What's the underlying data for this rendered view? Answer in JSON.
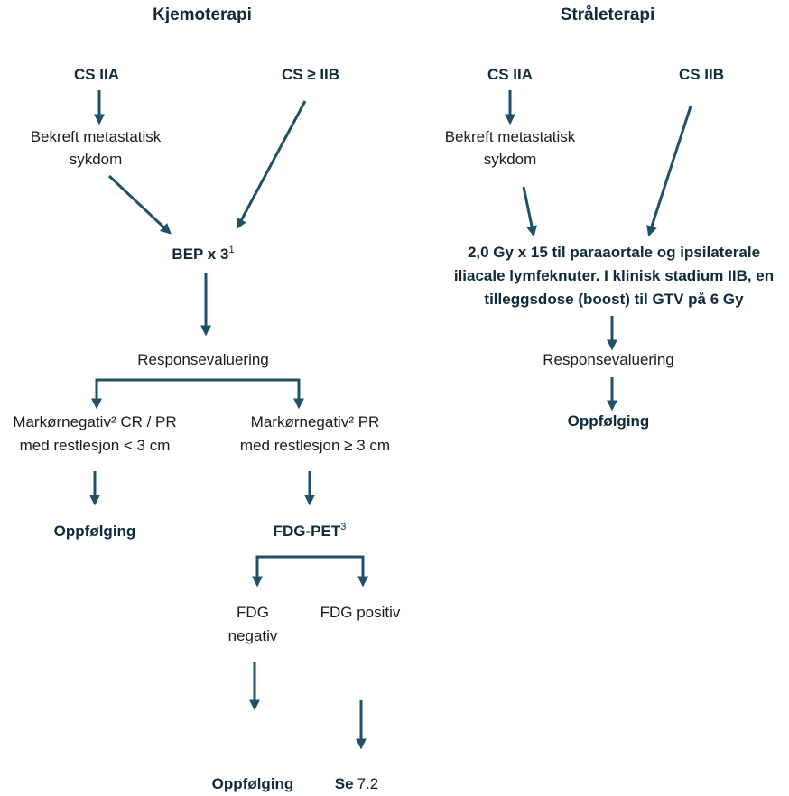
{
  "colors": {
    "arrow": "#1f5068",
    "bold_text": "#0f2a3a"
  },
  "kjemo": {
    "title": "Kjemoterapi",
    "cs_iia": "CS IIA",
    "cs_iib": "CS ≥ IIB",
    "bekreft_1": "Bekreft metastatisk",
    "bekreft_2": "sykdom",
    "bep": "BEP x 3",
    "bep_sup": "1",
    "respons": "Responsevaluering",
    "left_1": "Markørnegativ² CR / PR",
    "left_2": "med restlesjon < 3 cm",
    "right_1": "Markørnegativ² PR",
    "right_2": "med restlesjon ≥ 3 cm",
    "oppfolging": "Oppfølging",
    "fdg_pet": "FDG-PET",
    "fdg_pet_sup": "3",
    "fdg_neg_1": "FDG",
    "fdg_neg_2": "negativ",
    "fdg_pos": "FDG positiv",
    "oppfolging_2": "Oppfølging",
    "se": "Se",
    "se_ref": "7.2"
  },
  "straale": {
    "title": "Stråleterapi",
    "cs_iia": "CS IIA",
    "cs_iib": "CS IIB",
    "bekreft_1": "Bekreft metastatisk",
    "bekreft_2": "sykdom",
    "dose_1": "2,0 Gy x 15 til paraaortale og ipsilaterale",
    "dose_2": "iliacale lymfeknuter. I klinisk stadium IIB, en",
    "dose_3": "tilleggsdose (boost) til GTV på 6 Gy",
    "respons": "Responsevaluering",
    "oppfolging": "Oppfølging"
  }
}
